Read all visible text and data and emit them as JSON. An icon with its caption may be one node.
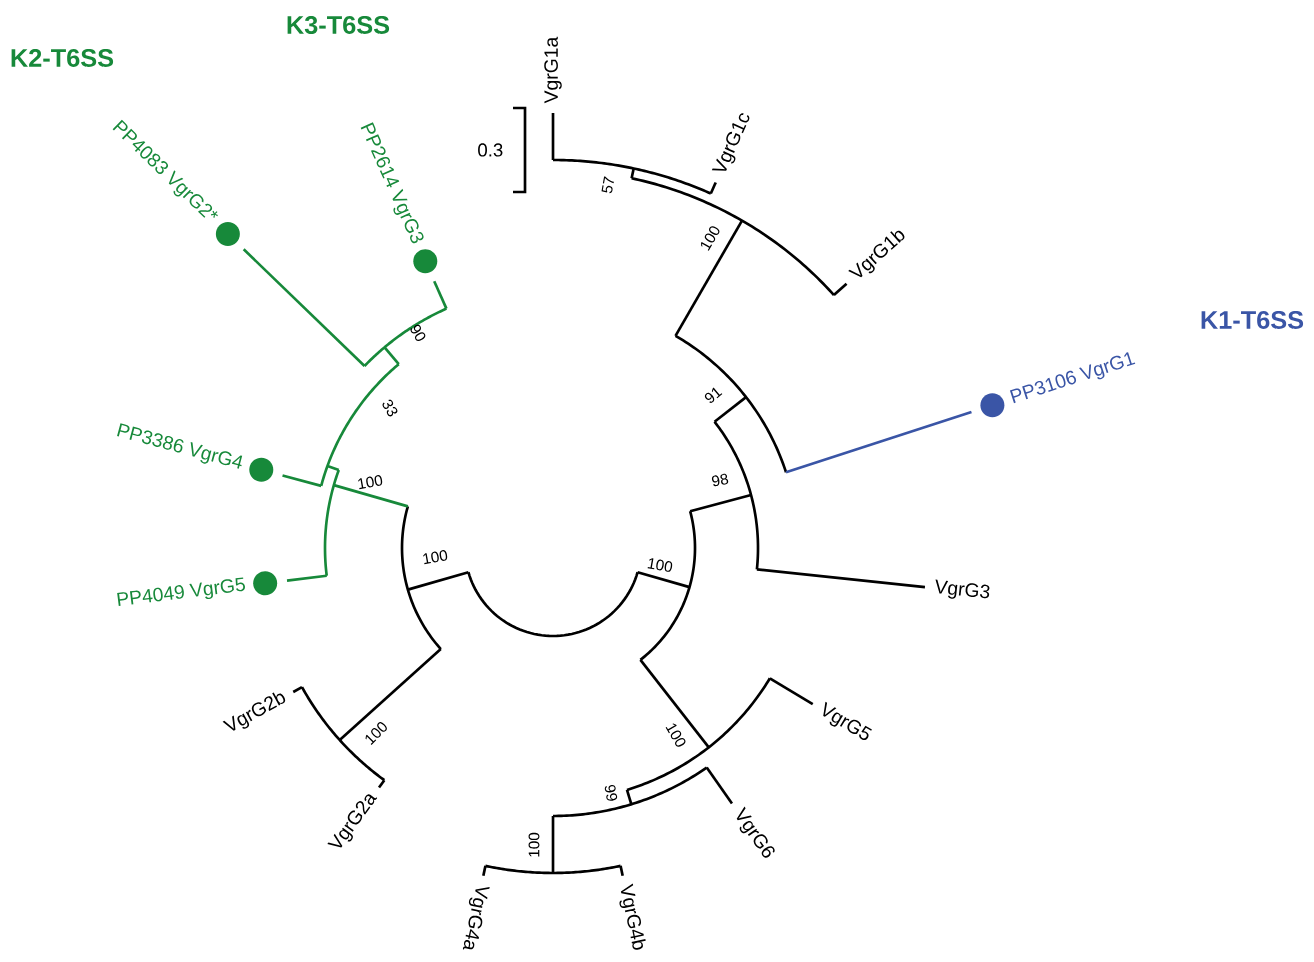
{
  "diagram": {
    "labels": [
      "K3-T6SS",
      "K2-T6SS",
      "VgrG1a",
      "VgrG1c",
      "PP4083 VgrG2*",
      "PP2614 VgrG3",
      "0.3",
      "57",
      "100",
      "VgrG1b",
      "K1-T6SS",
      "90",
      "PP3106 VgrG1",
      "PP3386 VgrG4",
      "33",
      "91",
      "100",
      "98",
      "100",
      "100",
      "VgrG3",
      "PP4049 VgrG5",
      "VgrG2b",
      "VgrG5",
      "100",
      "100",
      "VgrG2a",
      "99",
      "VgrG6",
      "100",
      "VgrG4a",
      "VgrG4b"
    ]
  }
}
